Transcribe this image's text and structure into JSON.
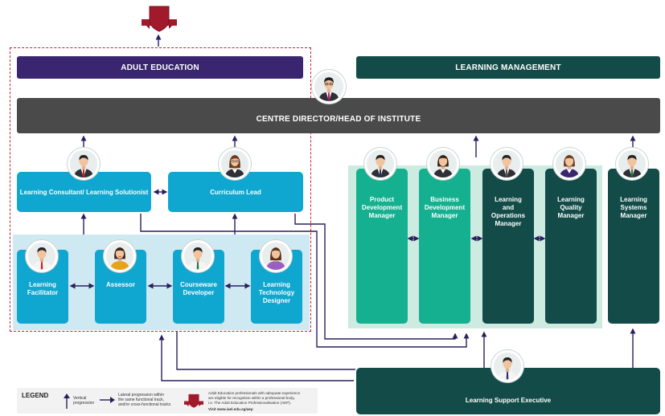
{
  "headers": {
    "adult_education": "ADULT EDUCATION",
    "learning_management": "LEARNING MANAGEMENT",
    "centre_director": "CENTRE DIRECTOR/HEAD OF INSTITUTE"
  },
  "roles": {
    "learning_consultant": "Learning Consultant/ Learning Solutionist",
    "curriculum_lead": "Curriculum Lead",
    "learning_facilitator": "Learning\nFacilitator",
    "assessor": "Assessor",
    "courseware_developer": "Courseware\nDeveloper",
    "learning_technology_designer": "Learning\nTechnology\nDesigner",
    "product_development_manager": "Product\nDevelopment\nManager",
    "business_development_manager": "Business\nDevelopment\nManager",
    "learning_operations_manager": "Learning\nand\nOperations\nManager",
    "learning_quality_manager": "Learning\nQuality\nManager",
    "learning_systems_manager": "Learning\nSystems\nManager",
    "learning_support_executive": "Learning Support Executive"
  },
  "legend": {
    "title": "LEGEND",
    "vertical": "Vertical\nprogression",
    "lateral": "Lateral progression within\nthe same functional track,\nand/or cross-functional tracks",
    "aep": "Adult Education professionals with adequate experience\nare eligible for recognition within a professional body,\ni.e. The Adult Education Professionalisation (AEP).",
    "aep_link": "Visit www.iael.edu.sg/aep"
  },
  "colors": {
    "adult_education_header": "#3a2670",
    "learning_management_header": "#124b47",
    "director_bar": "#4a4a4a",
    "adult_box": "#0fa6cf",
    "adult_panel": "#cfe9f2",
    "teal_box": "#14b08f",
    "dark_teal_box": "#124b47",
    "lm_panel": "#cdebe0",
    "arrow": "#2a1f5e",
    "dashed_border": "#c7202d",
    "shield": "#a11a2b"
  }
}
